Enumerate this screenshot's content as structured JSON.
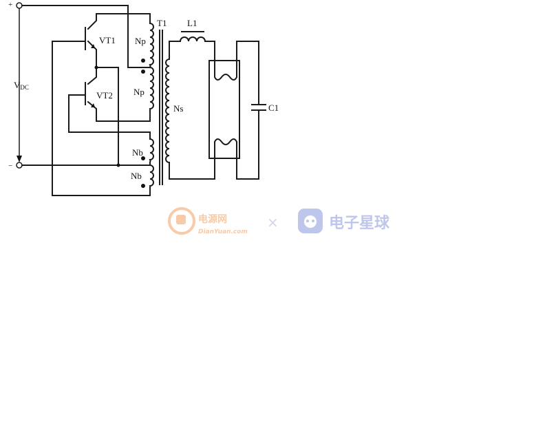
{
  "labels": {
    "plus": "+",
    "minus": "−",
    "vdc": "V",
    "vdc_sub": "DC",
    "vt1": "VT1",
    "vt2": "VT2",
    "t1": "T1",
    "np_top": "Np",
    "np_bottom": "Np",
    "nb_top": "Nb",
    "nb_bottom": "Nb",
    "ns": "Ns",
    "l1": "L1",
    "c1": "C1"
  },
  "watermark": {
    "left_cn": "电源网",
    "left_en": "DianYuan.com",
    "separator": "×",
    "right_cn": "电子星球"
  },
  "colors": {
    "line": "#1a1a1a",
    "watermark_orange": "#f6b98a",
    "watermark_blue": "#aab4e6"
  }
}
